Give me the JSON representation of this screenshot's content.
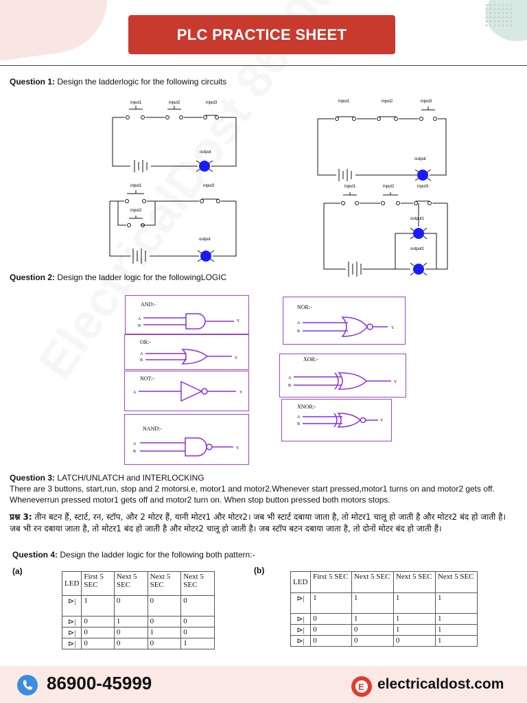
{
  "title": "PLC PRACTICE SHEET",
  "watermark": "ElectricalDost 86900-45999",
  "q1": {
    "label": "Question 1:",
    "text": "Design the ladderlogic for the following circuits"
  },
  "circuits": {
    "c1": {
      "i1": "input1",
      "i2": "input2",
      "i3": "input3",
      "out": "output"
    },
    "c2": {
      "i1": "input1",
      "i2": "input2",
      "i3": "input3",
      "out": "output"
    },
    "c3": {
      "i1": "input1",
      "i2": "input2",
      "i3": "input3",
      "out": "output"
    },
    "c4": {
      "i1": "input1",
      "i2": "input2",
      "i3": "input3",
      "out1": "output1",
      "out2": "output2"
    }
  },
  "q2": {
    "label": "Question 2:",
    "text": "Design the ladder logic for the followingLOGIC"
  },
  "gates": {
    "and": {
      "name": "AND:-",
      "a": "A",
      "b": "B",
      "y": "Y"
    },
    "or": {
      "name": "OR:-",
      "a": "A",
      "b": "B",
      "y": "Y"
    },
    "not": {
      "name": "NOT:-",
      "a": "A",
      "y": "Y"
    },
    "nand": {
      "name": "NAND:-",
      "a": "A",
      "b": "B",
      "y": "Y"
    },
    "nor": {
      "name": "NOR:-",
      "a": "A",
      "b": "B",
      "y": "Y"
    },
    "xor": {
      "name": "XOR:-",
      "a": "A",
      "b": "B",
      "y": "Y"
    },
    "xnor": {
      "name": "XNOR:-",
      "a": "A",
      "b": "B",
      "y": "Y"
    }
  },
  "q3": {
    "label": "Question 3:",
    "title": "LATCH/UNLATCH and INTERLOCKING",
    "text": "There are 3 buttons, start,run, stop and 2 motorsi.e, motor1 and motor2.Whenever start pressed,motor1 turns on and motor2 gets off. Wheneverrun pressed motor1 gets off and motor2 turn on. When stop button pressed both motors stops.",
    "hindi_label": "प्रश्न 3:",
    "hindi_text": "तीन बटन हैं, स्टार्ट, रन, स्टॉप, और 2 मोटर हैं, यानी मोटर1 और मोटर2। जब भी स्टार्ट दबाया जाता है, तो मोटर1 चालू हो जाती है और मोटर2 बंद हो जाती है। जब भी रन दबाया जाता है, तो मोटर1 बंद हो जाती है और मोटर2 चालू हो जाती है। जब स्टॉप बटन दबाया जाता है, तो दोनों मोटर बंद हो जाती हैं।"
  },
  "q4": {
    "label": "Question 4:",
    "text": "Design the ladder logic for the following both pattern:-",
    "a": "(a)",
    "b": "(b)"
  },
  "table_a": {
    "headers": [
      "LED",
      "First 5 SEC",
      "Next 5 SEC",
      "Next 5 SEC",
      "Next 5 SEC"
    ],
    "rows": [
      [
        "1",
        "0",
        "0",
        "0"
      ],
      [
        "0",
        "1",
        "0",
        "0"
      ],
      [
        "0",
        "0",
        "1",
        "0"
      ],
      [
        "0",
        "0",
        "0",
        "1"
      ]
    ]
  },
  "table_b": {
    "headers": [
      "LED",
      "First 5 SEC",
      "Next 5 SEC",
      "Next 5 SEC",
      "Next 5 SEC"
    ],
    "rows": [
      [
        "1",
        "1",
        "1",
        "1"
      ],
      [
        "0",
        "1",
        "1",
        "1"
      ],
      [
        "0",
        "0",
        "1",
        "1"
      ],
      [
        "0",
        "0",
        "0",
        "1"
      ]
    ]
  },
  "footer": {
    "phone": "86900-45999",
    "site": "electricaldost.com"
  },
  "colors": {
    "title_bg": "#c83a2e",
    "gate": "#8a2be2",
    "box": "#9a44d0",
    "led": "#1a1aff",
    "phone": "#3b8de0"
  }
}
